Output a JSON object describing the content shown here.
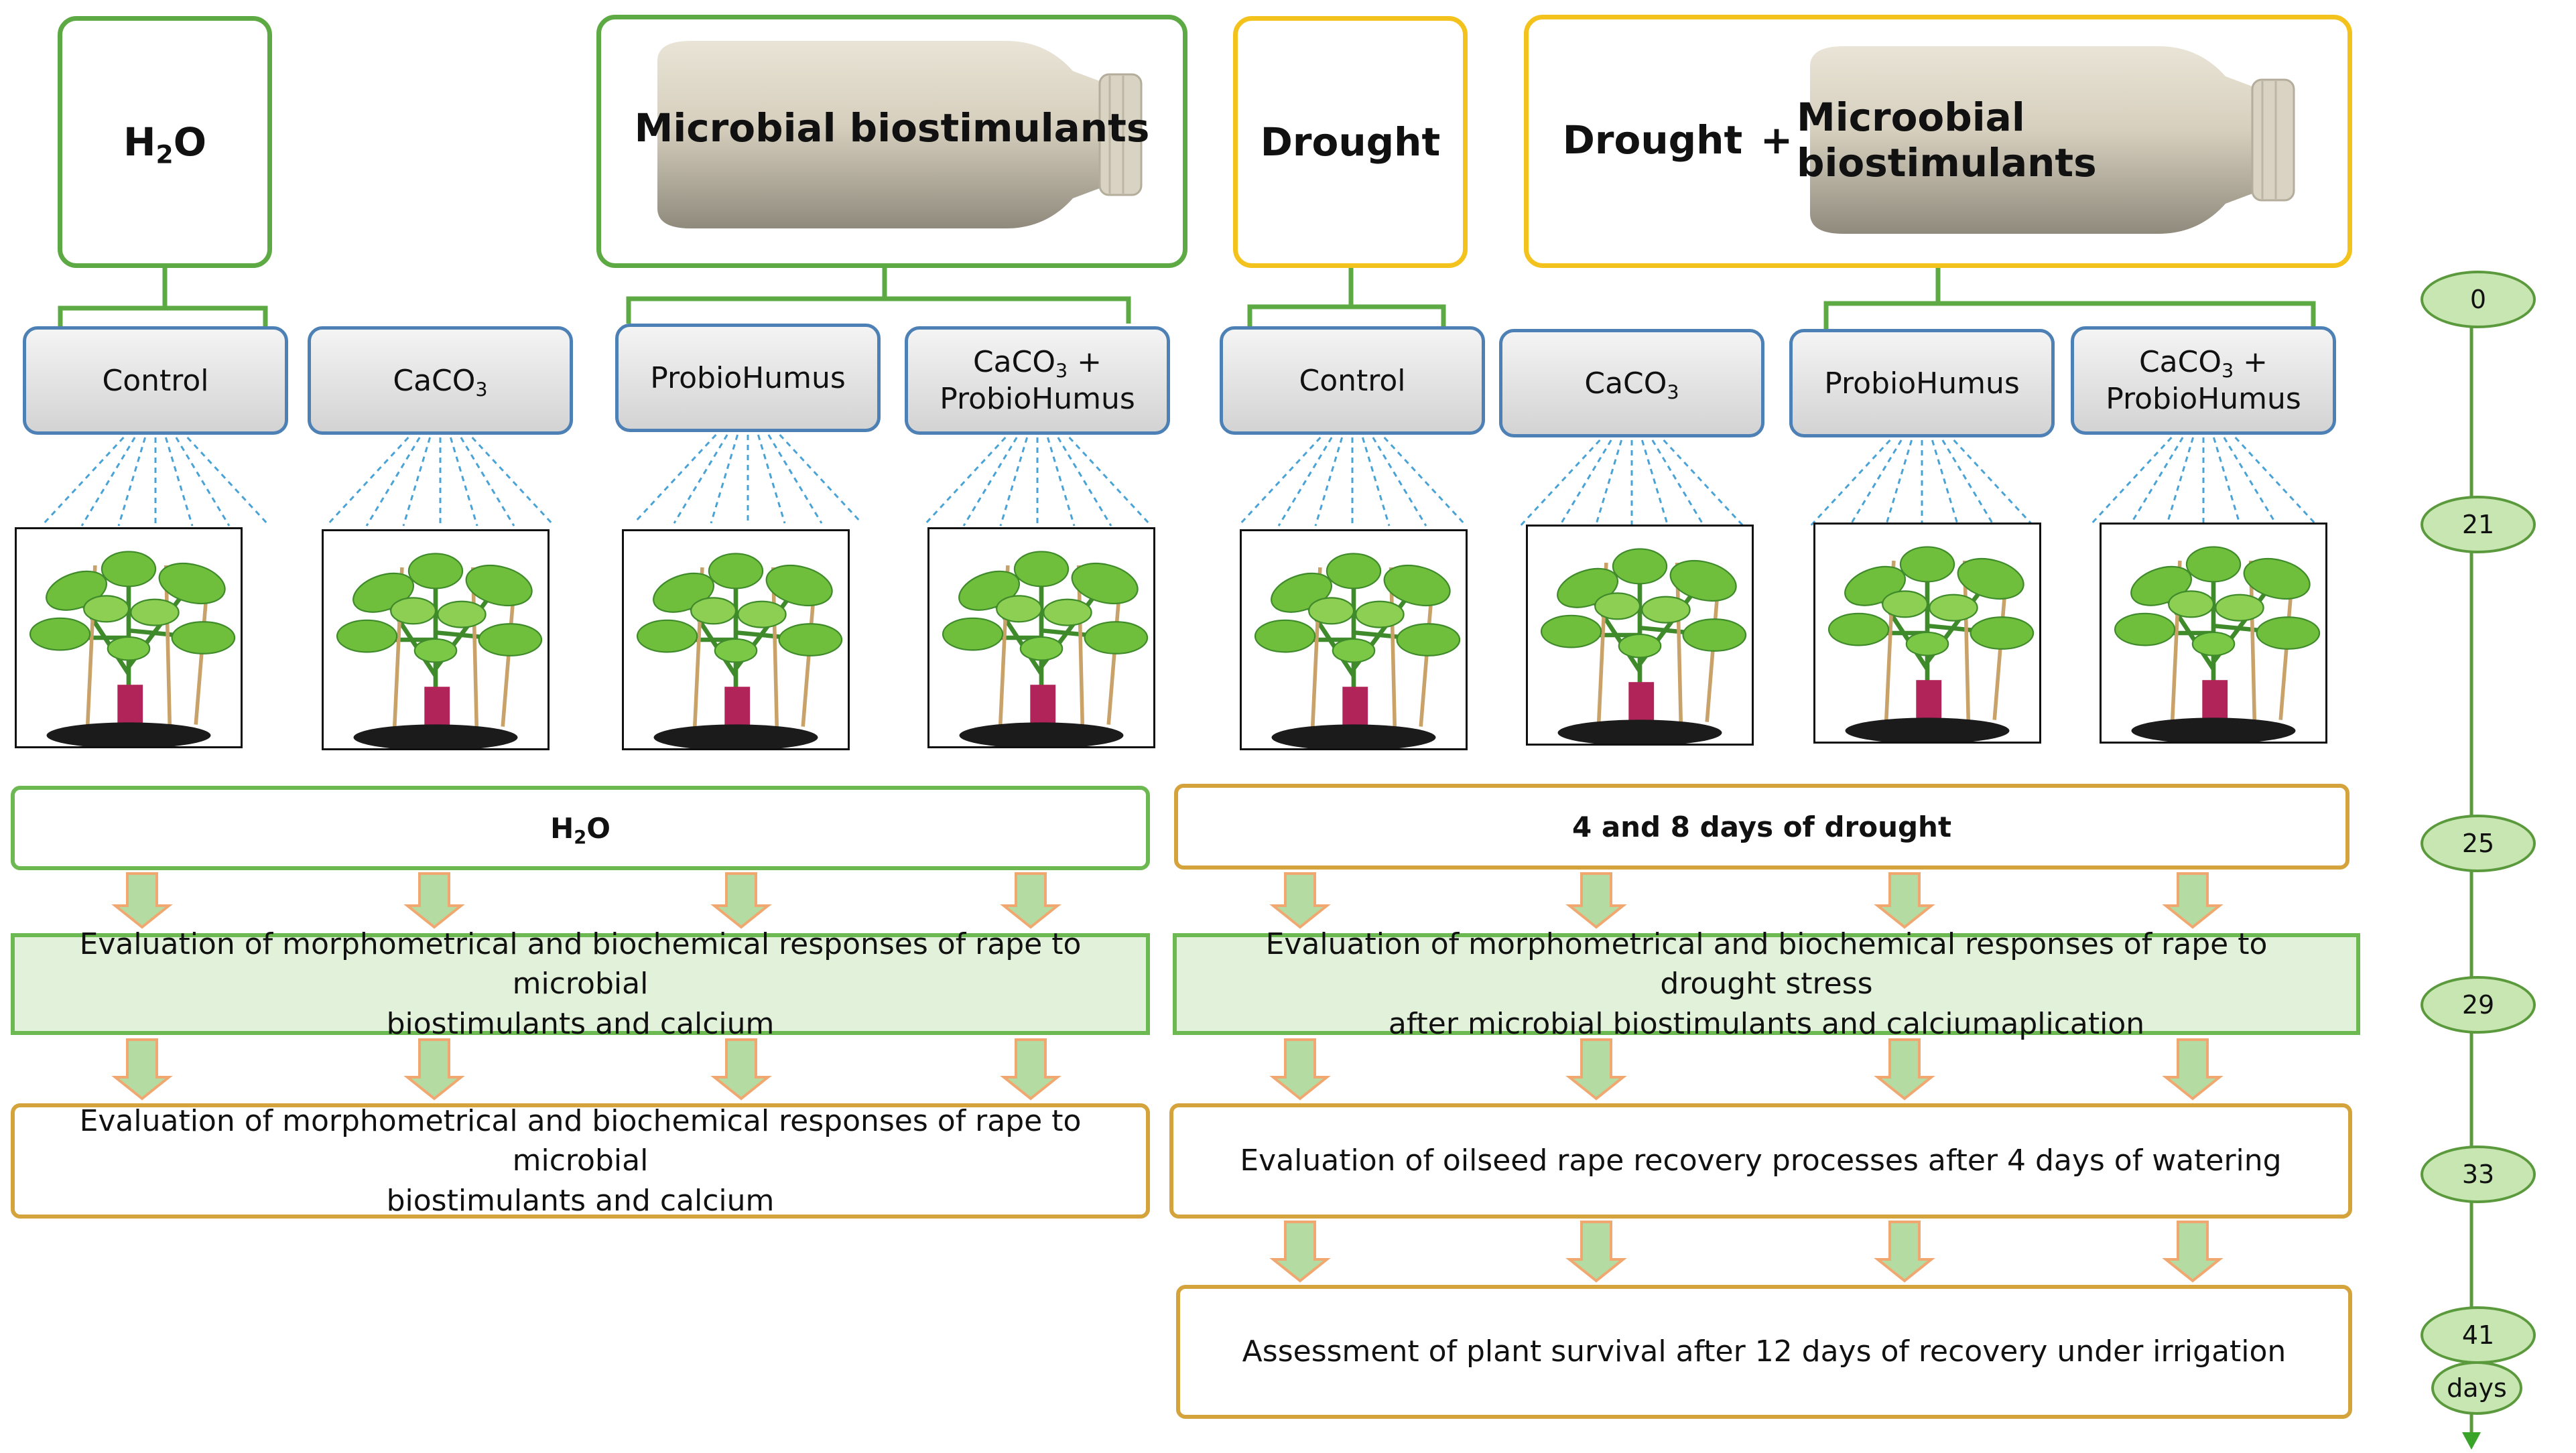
{
  "groups": {
    "water": {
      "text": "H",
      "sub": "2",
      "tail": "O"
    },
    "microbial": {
      "label": "Microbial biostimulants"
    },
    "drought": {
      "label": "Drought"
    },
    "drought_plus": {
      "left": "Drought",
      "plus": "+",
      "right": "Microobial biostimulants"
    }
  },
  "treatments": [
    {
      "line1": "Control",
      "sub": "",
      "tail": "",
      "line2": ""
    },
    {
      "line1": "CaCO",
      "sub": "3",
      "tail": "",
      "line2": ""
    },
    {
      "line1": "ProbioHumus",
      "sub": "",
      "tail": "",
      "line2": ""
    },
    {
      "line1": "CaCO",
      "sub": "3",
      "tail": " +",
      "line2": "ProbioHumus"
    },
    {
      "line1": "Control",
      "sub": "",
      "tail": "",
      "line2": ""
    },
    {
      "line1": "CaCO",
      "sub": "3",
      "tail": "",
      "line2": ""
    },
    {
      "line1": "ProbioHumus",
      "sub": "",
      "tail": "",
      "line2": ""
    },
    {
      "line1": "CaCO",
      "sub": "3",
      "tail": " +",
      "line2": "ProbioHumus"
    }
  ],
  "bars": {
    "left": {
      "text": "H",
      "sub": "2",
      "tail": "O"
    },
    "right": {
      "text": "4 and 8 days of drought"
    }
  },
  "evaluations": {
    "left_1": {
      "line1": "Evaluation of morphometrical and biochemical responses of rape to microbial",
      "line2": "biostimulants and calcium"
    },
    "left_2": {
      "line1": "Evaluation of morphometrical and biochemical responses of rape to microbial",
      "line2": "biostimulants and calcium"
    },
    "right_1": {
      "line1": "Evaluation of morphometrical and biochemical responses of rape to drought stress",
      "line2": "after microbial biostimulants and calciumaplication"
    },
    "right_2": {
      "line1": "Evaluation of oilseed rape recovery processes after 4 days of watering"
    },
    "right_3": {
      "line1": "Assessment of plant survival after 12 days of recovery under irrigation"
    }
  },
  "timeline": {
    "days": [
      "0",
      "21",
      "25",
      "29",
      "33",
      "41"
    ],
    "unit": "days"
  },
  "colors": {
    "green_border": "#5daa45",
    "yellow_border": "#f4c21c",
    "orange_border": "#d5a33c",
    "treatment_border": "#4d80b4",
    "spray_line": "#4aa3d6",
    "arrow_fill": "#b4dba2",
    "arrow_stroke": "#f0a870",
    "timeline_green": "#5a9a3c",
    "day_fill": "#c7e6b1"
  },
  "icons": [
    "bottle-icon",
    "plant-photo",
    "spray-lines",
    "down-arrow-icon",
    "timeline-arrow-icon"
  ]
}
